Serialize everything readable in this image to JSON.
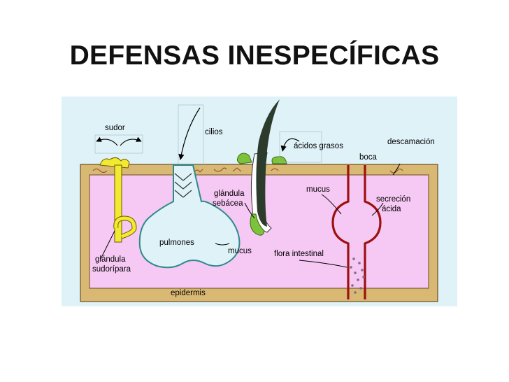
{
  "slide": {
    "title": "DEFENSAS INESPECÍFICAS"
  },
  "diagram": {
    "labels": {
      "sudor": "sudor",
      "cilios": "cilios",
      "acidos_grasos": "ácidos grasos",
      "descamacion": "descamación",
      "boca": "boca",
      "glandula_sebacea_1": "glándula",
      "glandula_sebacea_2": "sebácea",
      "mucus_top": "mucus",
      "secrecion": "secreción",
      "acida": "ácida",
      "pulmones": "pulmones",
      "mucus_bottom": "mucus",
      "flora_intestinal": "flora intestinal",
      "glandula_sudoripara_1": "glándula",
      "glandula_sudoripara_2": "sudorípara",
      "epidermis": "epidermis"
    },
    "colors": {
      "background": "#dff2f8",
      "tissue": "#f6c8f4",
      "skin_border": "#d9b873",
      "sweat_gland": "#f2ea30",
      "lung_fill": "#dff2f8",
      "lung_border": "#2e8a8a",
      "hair": "#2d3b2d",
      "sebum": "#7cc23a",
      "gut_wall": "#9c1010",
      "bacteria": "#7d6f86"
    }
  }
}
